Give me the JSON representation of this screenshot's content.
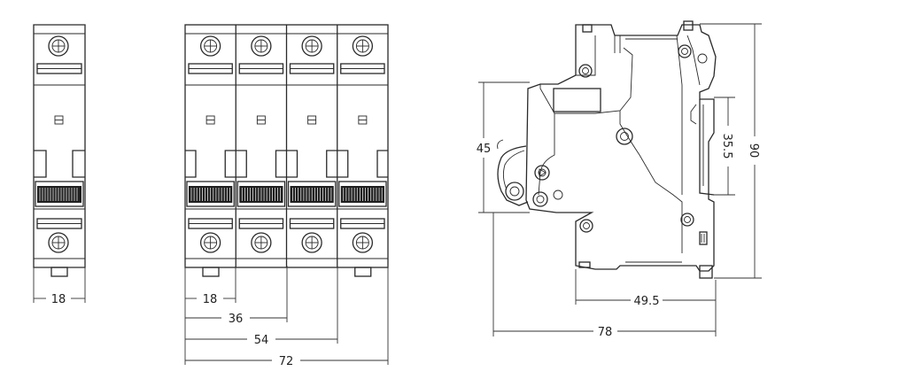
{
  "single_pole": {
    "width_label": "18"
  },
  "four_pole": {
    "pitch_labels": [
      "18",
      "36",
      "54",
      "72"
    ]
  },
  "side_view": {
    "dims": {
      "height_45": "45",
      "rail_35_5": "35.5",
      "height_90": "90",
      "depth_49_5": "49.5",
      "depth_78": "78"
    }
  },
  "colors": {
    "line": "#2a2a2a",
    "background": "#ffffff",
    "handle": "#1f1f1f"
  }
}
